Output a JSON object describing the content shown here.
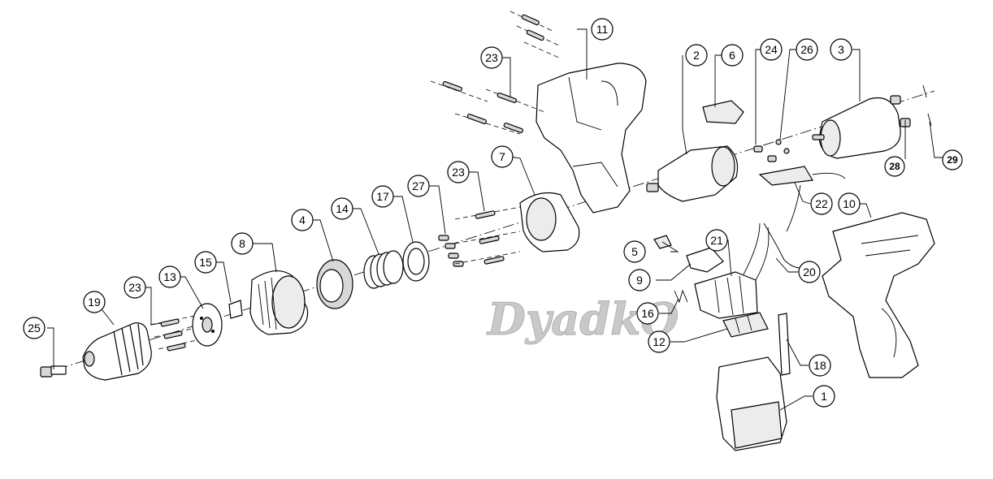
{
  "watermark": "DyadkO",
  "callouts": {
    "c1": "1",
    "c2": "2",
    "c3": "3",
    "c4": "4",
    "c5": "5",
    "c6": "6",
    "c7": "7",
    "c8": "8",
    "c9": "9",
    "c10": "10",
    "c11": "11",
    "c12": "12",
    "c13": "13",
    "c14": "14",
    "c15": "15",
    "c16": "16",
    "c17": "17",
    "c18": "18",
    "c19": "19",
    "c20": "20",
    "c21": "21",
    "c22": "22",
    "c23a": "23",
    "c23b": "23",
    "c23c": "23",
    "c24": "24",
    "c25": "25",
    "c26": "26",
    "c27": "27",
    "c28": "28",
    "c29": "29"
  }
}
